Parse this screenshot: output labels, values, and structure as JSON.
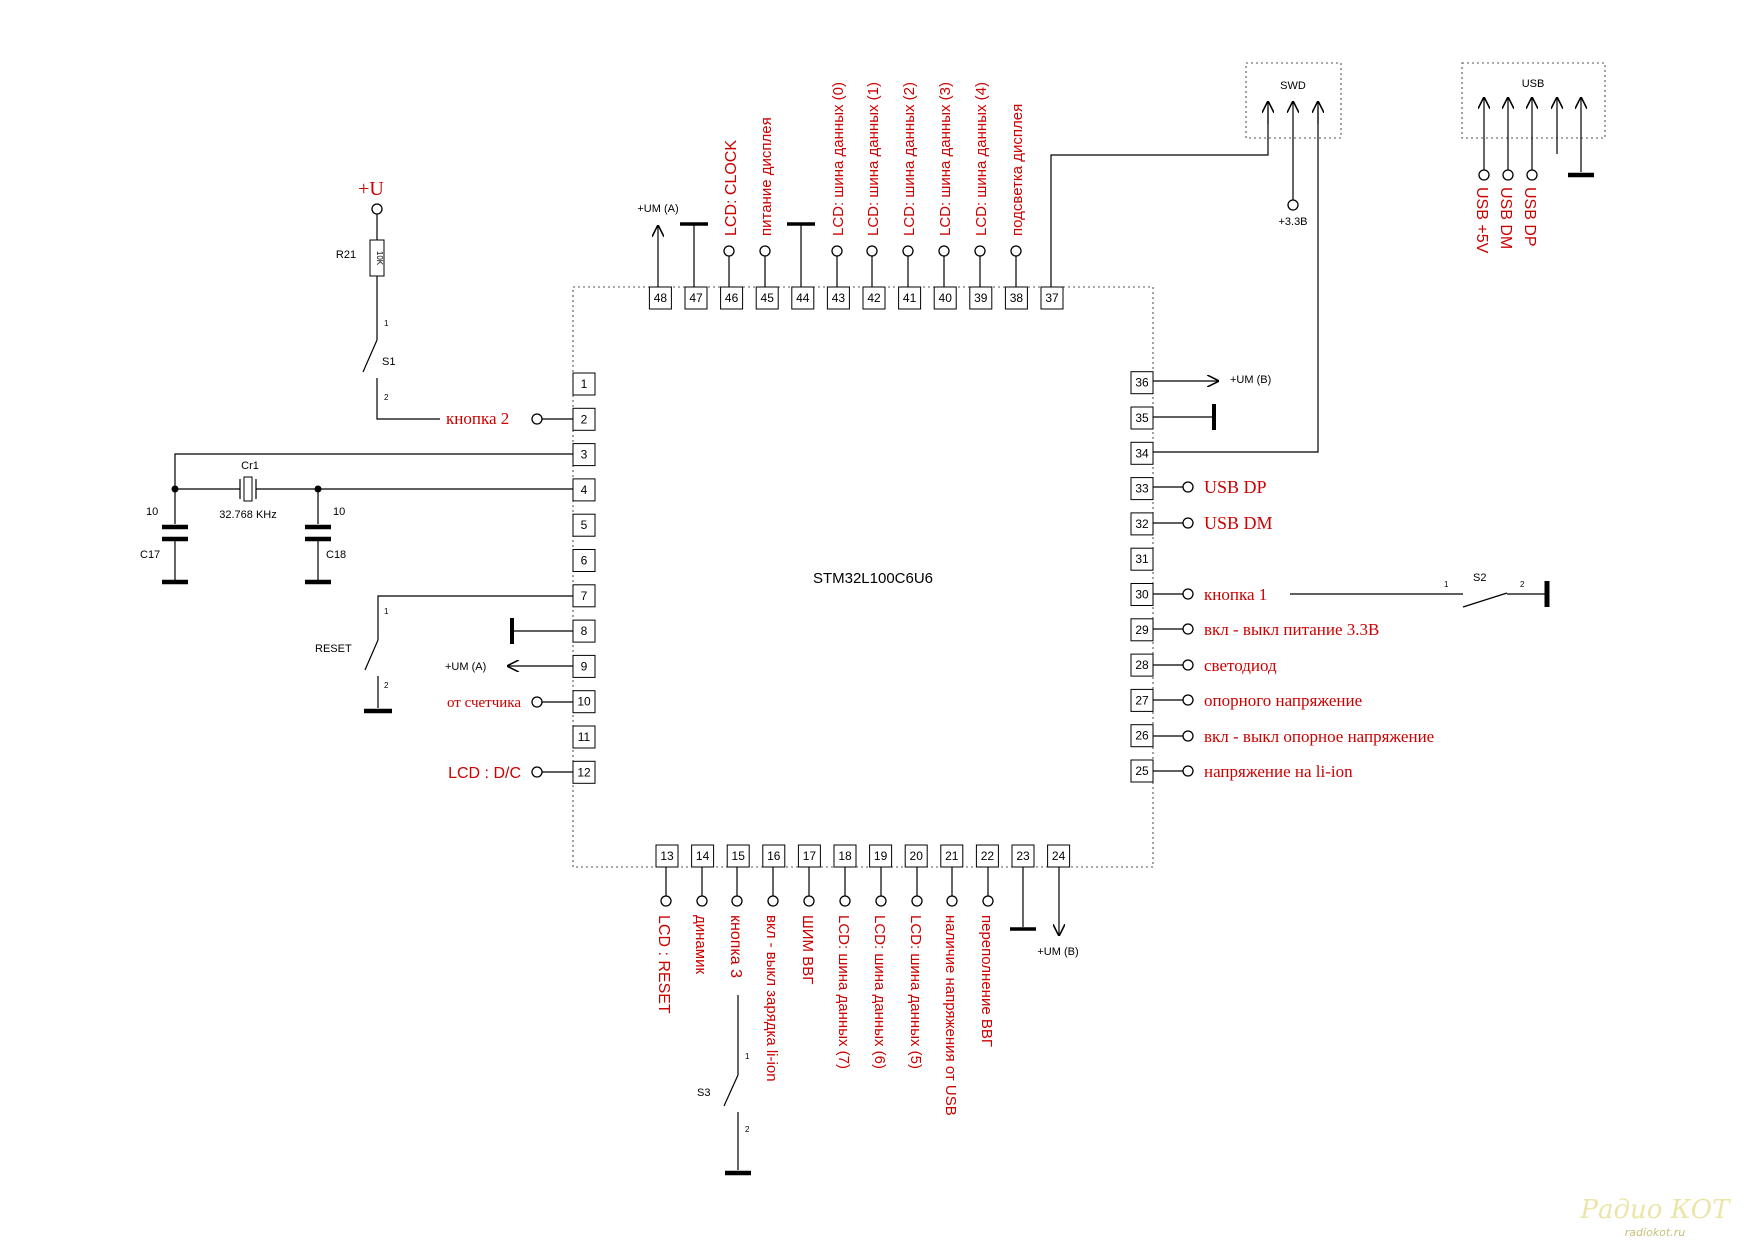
{
  "chip": {
    "name": "STM32L100C6U6"
  },
  "pins": {
    "left": [
      "1",
      "2",
      "3",
      "4",
      "5",
      "6",
      "7",
      "8",
      "9",
      "10",
      "11",
      "12"
    ],
    "bottom": [
      "13",
      "14",
      "15",
      "16",
      "17",
      "18",
      "19",
      "20",
      "21",
      "22",
      "23",
      "24"
    ],
    "right": [
      "25",
      "26",
      "27",
      "28",
      "29",
      "30",
      "31",
      "32",
      "33",
      "34",
      "35",
      "36"
    ],
    "top": [
      "37",
      "38",
      "39",
      "40",
      "41",
      "42",
      "43",
      "44",
      "45",
      "46",
      "47",
      "48"
    ]
  },
  "labels_left": {
    "p2": "кнопка 2",
    "p10": "от счетчика",
    "p12": "LCD : D/C",
    "p9": "+UM (A)"
  },
  "labels_right": {
    "p33": "USB DP",
    "p32": "USB DM",
    "p30": "кнопка 1",
    "p29": "вкл - выкл питание 3.3В",
    "p28": "светодиод",
    "p27": "опорного напряжение",
    "p26": "вкл - выкл опорное напряжение",
    "p25": "напряжение на li-ion",
    "p36": "+UM (B)"
  },
  "labels_top": {
    "p48": "+UM (A)",
    "p46": "LCD: CLOCK",
    "p45": "питание дисплея",
    "p43": "LCD: шина данных (0)",
    "p42": "LCD: шина данных (1)",
    "p41": "LCD: шина данных (2)",
    "p40": "LCD: шина данных (3)",
    "p39": "LCD: шина данных (4)",
    "p38": "подсветка дисплея"
  },
  "labels_bottom": {
    "p13": "LCD : RESET",
    "p14": "динамик",
    "p15": "кнопка 3",
    "p16": "вкл - выкл зарядка li-ion",
    "p17": "ШИМ ВВГ",
    "p18": "LCD: шина данных (7)",
    "p19": "LCD: шина данных (6)",
    "p20": "LCD: шина данных (5)",
    "p21": "наличие напряжения от USB",
    "p22": "переполнение ВВГ",
    "p24": "+UM (B)"
  },
  "power": {
    "u": "+U",
    "v33": "+3.3В"
  },
  "parts": {
    "r21": "R21",
    "r21_val": "10K",
    "s1": "S1",
    "s2": "S2",
    "s3": "S3",
    "reset": "RESET",
    "cr1": "Cr1",
    "cr1_val": "32.768 KHz",
    "c17": "C17",
    "c18": "C18",
    "c17_val": "10",
    "c18_val": "10",
    "sw_1": "1",
    "sw_2": "2"
  },
  "swd": {
    "title": "SWD"
  },
  "usb": {
    "title": "USB",
    "signals": [
      "USB +5V",
      "USB DM",
      "USB DP"
    ]
  },
  "watermark": {
    "line1": "Радио КОТ",
    "line2": "radiokot.ru"
  }
}
